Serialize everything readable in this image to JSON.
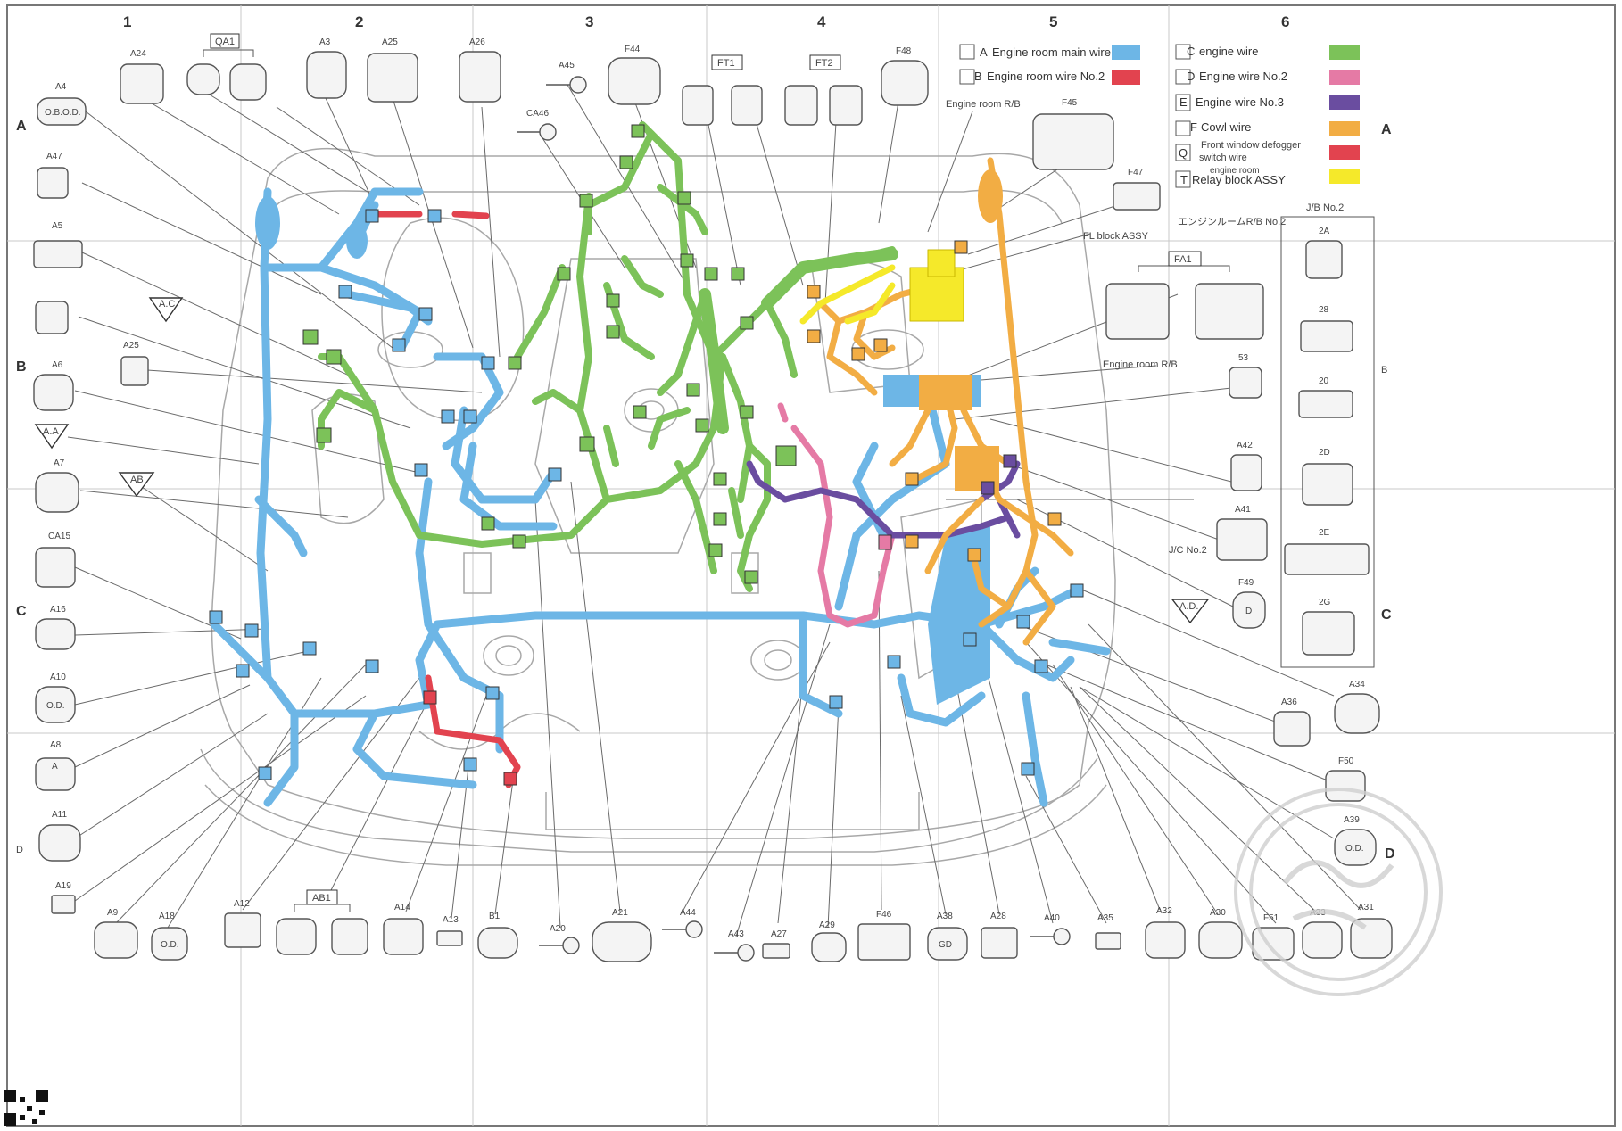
{
  "zones": [
    "1",
    "2",
    "3",
    "4",
    "5",
    "6"
  ],
  "rows_left": [
    "A",
    "B",
    "C",
    "D"
  ],
  "rows_right": [
    "A",
    "B",
    "C",
    "D"
  ],
  "colors": {
    "engine_room_main_wire": "#6db6e6",
    "engine_room_wire_no2": "#e2434f",
    "engine_wire": "#7cc259",
    "engine_wire_no2": "#e57aa5",
    "engine_wire_no3": "#6a4da0",
    "cowl_wire": "#f2ad44",
    "front_window_defogger_switch_wire": "#e2434f",
    "relay_block_assy": "#f5e92a",
    "line": "#555555",
    "outline": "#9a9a9a"
  },
  "legend": [
    {
      "code": "A",
      "label": "Engine room main wire",
      "color": "#6db6e6"
    },
    {
      "code": "B",
      "label": "Engine room wire No.2",
      "color": "#e2434f"
    },
    {
      "code": "C",
      "label": "engine wire",
      "color": "#7cc259"
    },
    {
      "code": "D",
      "label": "Engine wire No.2",
      "color": "#e57aa5"
    },
    {
      "code": "E",
      "label": "Engine wire No.3",
      "color": "#6a4da0"
    },
    {
      "code": "F",
      "label": "Cowl wire",
      "color": "#f2ad44"
    },
    {
      "code": "Q",
      "label": "Front window defogger switch wire",
      "label_line1": "Front window defogger",
      "label_line2": "switch wire",
      "color": "#e2434f"
    },
    {
      "code": "T",
      "label": "Relay block ASSY",
      "label_sup": "engine room",
      "color": "#f5e92a"
    }
  ],
  "labels": {
    "engine_room_rb": "Engine room R/B",
    "engine_room_rb_2": "Engine room R/B",
    "fl_block_assy": "FL block ASSY",
    "engine_room_rb_no2_jp": "エンジンルームR/B No.2",
    "jb_no2": "J/B No.2",
    "jc_no2": "J/C No.2",
    "fa1": "FA1",
    "qa1": "QA1",
    "ft1": "FT1",
    "ft2": "FT2",
    "ab1": "AB1"
  },
  "grounds": {
    "ac": "A.C",
    "aa": "A.A",
    "ab": "AB",
    "ad": "A.D."
  },
  "connectors": {
    "top": [
      "A24",
      "A3",
      "A25",
      "A26",
      "A45",
      "CA46",
      "F44",
      "F48",
      "F45",
      "F47"
    ],
    "left": [
      "A4",
      "A47",
      "A5",
      "A25",
      "A6",
      "A7",
      "CA15",
      "A16",
      "A10",
      "A8",
      "A11",
      "A19"
    ],
    "bottom": [
      "A9",
      "A18",
      "A12",
      "A14",
      "A13",
      "B1",
      "A20",
      "A21",
      "A44",
      "A43",
      "A27",
      "A29",
      "F46",
      "A38",
      "A28",
      "A40",
      "A35",
      "A32",
      "A30",
      "F51",
      "A33",
      "A31"
    ],
    "right": [
      "53",
      "A42",
      "A41",
      "F49",
      "A36",
      "A34",
      "F50",
      "A39"
    ],
    "jb": [
      "2A",
      "28",
      "20",
      "2D",
      "2E",
      "2G"
    ]
  },
  "connector_texts": {
    "obod": "O.B.O.D.",
    "od": "O.D.",
    "gd": "GD",
    "d": "D",
    "a": "A",
    "b_right": "B",
    "d_left": "D"
  }
}
